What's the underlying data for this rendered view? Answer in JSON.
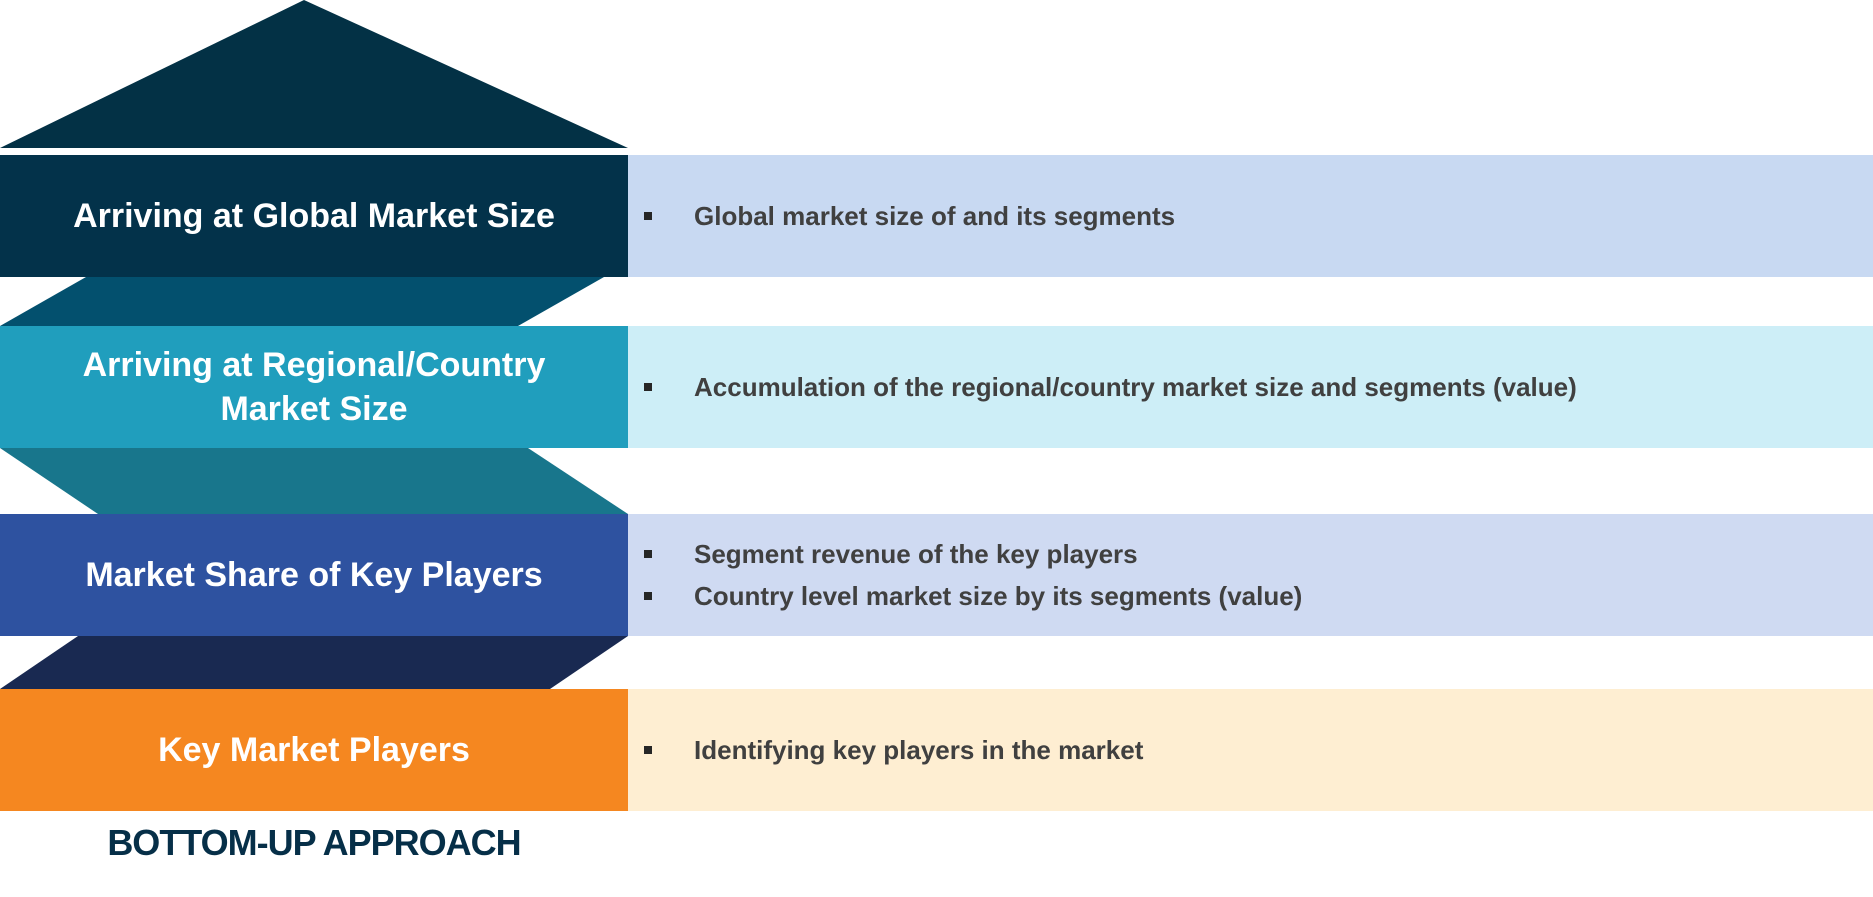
{
  "colors": {
    "roof": "#033145",
    "connector_1": "#03506e",
    "connector_2": "#18768c",
    "connector_3": "#192951",
    "text_light": "#ffffff",
    "text_dark": "#404040"
  },
  "stages": [
    {
      "label": "Arriving at Global Market Size",
      "color": "#03324a",
      "band_color": "#c8d9f2",
      "bullets": [
        "Global market size of and its segments"
      ]
    },
    {
      "label": "Arriving at Regional/Country Market Size",
      "color": "#209ebd",
      "band_color": "#cdeef7",
      "bullets": [
        "Accumulation of the regional/country market size and segments (value)"
      ]
    },
    {
      "label": "Market Share of Key Players",
      "color": "#2e52a0",
      "band_color": "#cfdaf2",
      "bullets": [
        "Segment revenue of the key players",
        "Country level market size by its segments (value)"
      ]
    },
    {
      "label": "Key Market Players",
      "color": "#f58720",
      "band_color": "#feeed2",
      "bullets": [
        "Identifying key players in the market"
      ]
    }
  ],
  "footer": {
    "label": "BOTTOM-UP APPROACH"
  }
}
